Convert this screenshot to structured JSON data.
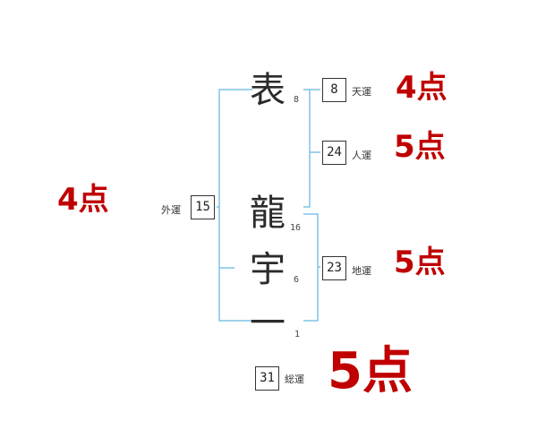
{
  "name": {
    "surname": [
      {
        "char": "表",
        "strokes": "8"
      }
    ],
    "given": [
      {
        "char": "龍",
        "strokes": "16"
      },
      {
        "char": "宇",
        "strokes": "6"
      },
      {
        "char": "一",
        "strokes": "1"
      }
    ]
  },
  "fortunes": {
    "ten": {
      "label": "天運",
      "value": "8",
      "score": "4点"
    },
    "jin": {
      "label": "人運",
      "value": "24",
      "score": "5点"
    },
    "chi": {
      "label": "地運",
      "value": "23",
      "score": "5点"
    },
    "gai": {
      "label": "外運",
      "value": "15",
      "score": "4点"
    },
    "sou": {
      "label": "総運",
      "value": "31",
      "score": "5点"
    }
  },
  "colors": {
    "bracket": "#7fc3e8",
    "score": "#c00000"
  }
}
